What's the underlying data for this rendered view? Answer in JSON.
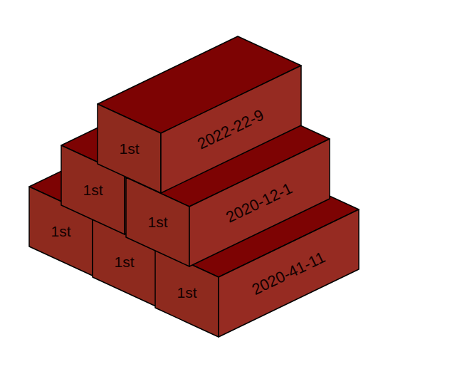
{
  "diagram": {
    "nodes": [
      {
        "text": [
          "1st",
          "2022-22-9"
        ]
      },
      {
        "text": [
          "1st"
        ]
      },
      {
        "text": [
          "1st",
          "2020-12-1"
        ]
      },
      {
        "text": [
          "1st"
        ]
      },
      {
        "text": [
          "1st"
        ]
      },
      {
        "text": [
          "1st",
          "2020-41-11"
        ]
      }
    ]
  }
}
